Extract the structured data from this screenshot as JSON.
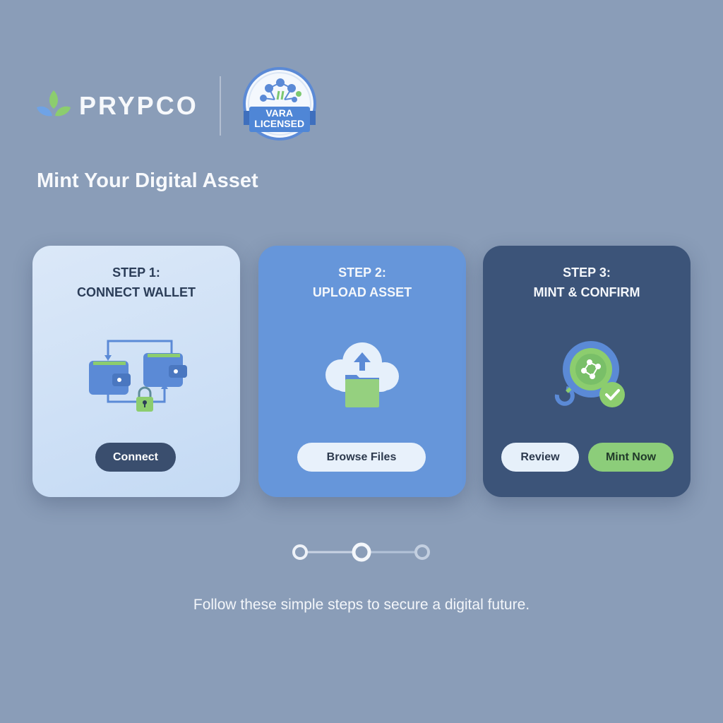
{
  "header": {
    "brand_name": "PRYPCO",
    "logo_icon": "leaf-sprout-icon",
    "badge": {
      "icon": "network-tree-icon",
      "line1": "VARA",
      "line2": "LICENSED"
    }
  },
  "page_title": "Mint Your Digital Asset",
  "steps": [
    {
      "label": "STEP 1:",
      "title": "CONNECT WALLET",
      "icon": "wallet-exchange-lock-icon",
      "buttons": [
        {
          "label": "Connect"
        }
      ]
    },
    {
      "label": "STEP 2:",
      "title": "UPLOAD ASSET",
      "icon": "cloud-upload-folder-icon",
      "buttons": [
        {
          "label": "Browse Files"
        }
      ]
    },
    {
      "label": "STEP 3:",
      "title": "MINT & CONFIRM",
      "icon": "mint-verify-icon",
      "buttons": [
        {
          "label": "Review"
        },
        {
          "label": "Mint Now"
        }
      ]
    }
  ],
  "progress": {
    "total_steps": 3,
    "current_step": 2
  },
  "footer_text": "Follow these simple steps to secure a digital future.",
  "colors": {
    "background": "#8a9db8",
    "card1": "#d3e4f7",
    "card2": "#6696da",
    "card3": "#3c5479",
    "accent_green": "#8ccd7a",
    "accent_blue": "#5b8ad6"
  }
}
